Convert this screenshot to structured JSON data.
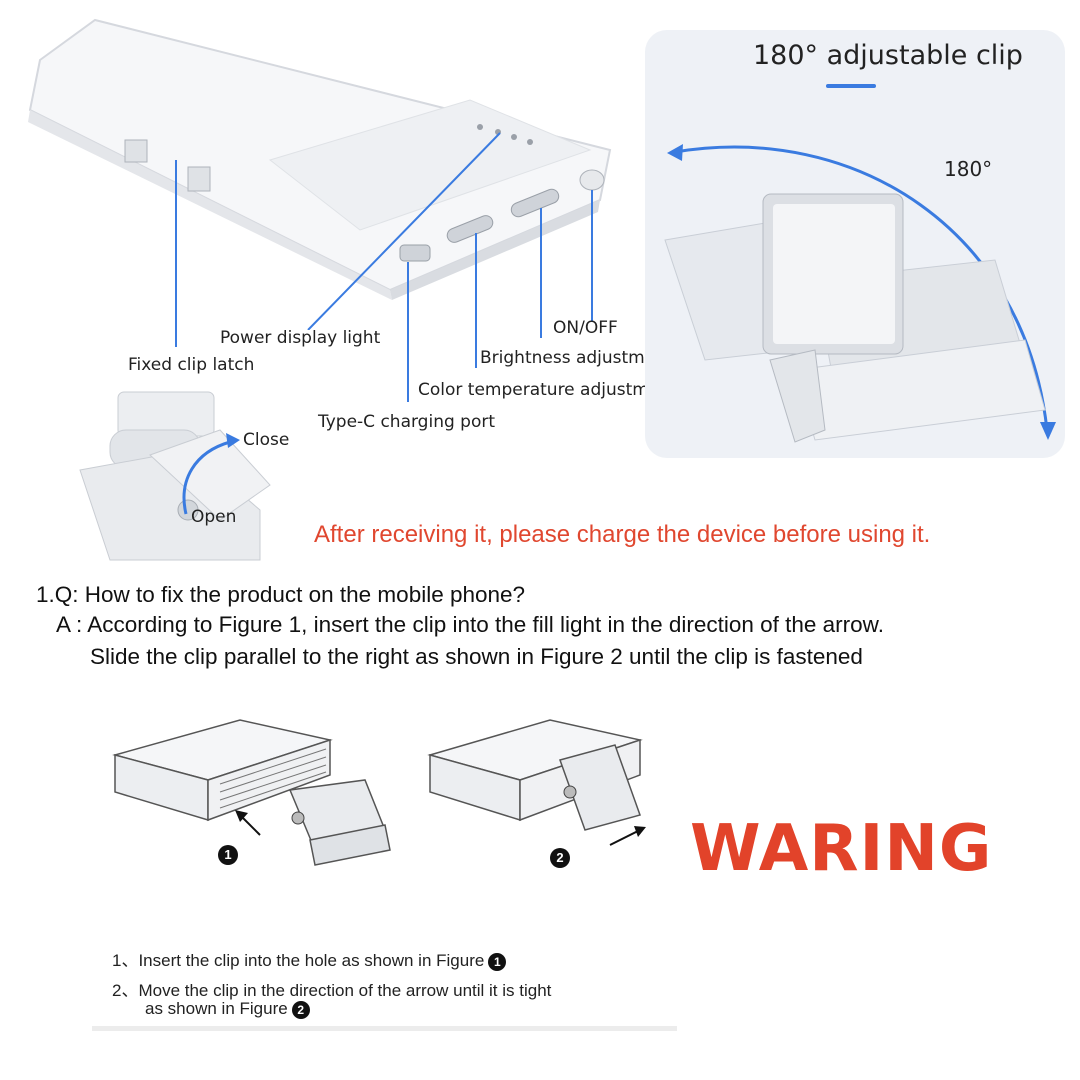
{
  "device_labels": {
    "power_display_light": "Power display light",
    "fixed_clip_latch": "Fixed clip latch",
    "on_off": "ON/OFF",
    "brightness_adjustment": "Brightness adjustment",
    "color_temperature_adjustment": "Color temperature adjustment",
    "type_c_port": "Type-C charging port",
    "close": "Close",
    "open": "Open"
  },
  "clip_panel": {
    "title": "180° adjustable clip",
    "angle": "180°"
  },
  "notice": "After receiving it, please charge the device before using it.",
  "qa": {
    "question": "1.Q: How to fix the product on the mobile phone?",
    "answer_line1": "A : According to Figure 1, insert the clip into the fill light in the direction of the arrow.",
    "answer_line2": "Slide the clip parallel to the right as shown in Figure 2 until the clip is fastened"
  },
  "figures": {
    "badge1": "1",
    "badge2": "2"
  },
  "warning": "WARING",
  "steps": {
    "step1": "1、Insert the clip into the hole as shown in Figure",
    "step2_line1": "2、Move the clip in the direction of the arrow until it is tight",
    "step2_line2": "as shown in Figure"
  },
  "colors": {
    "accent_blue": "#3a7be0",
    "notice_red": "#e0472f",
    "warning_red": "#e2432a"
  }
}
